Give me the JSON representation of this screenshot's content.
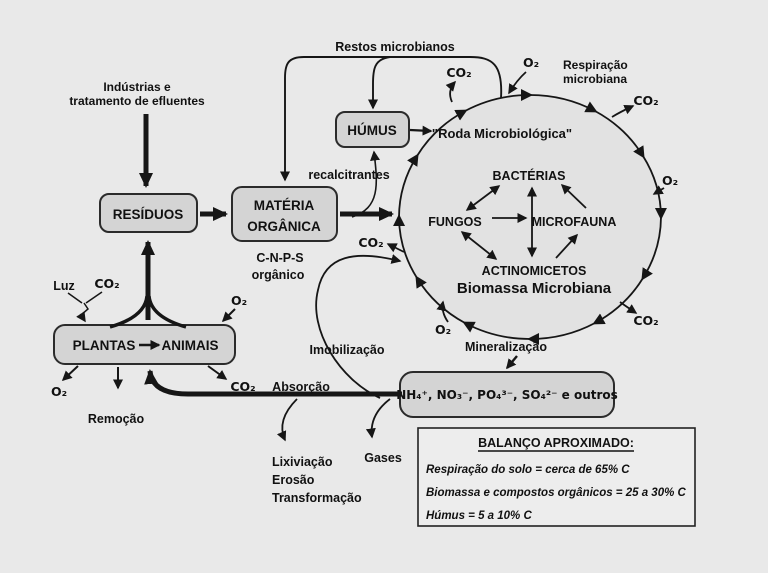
{
  "colors": {
    "background": "#e9e9e9",
    "box_fill": "#d4d4d4",
    "box_stroke": "#2b2b2b",
    "wheel_fill": "#e2e2e2",
    "ink": "#111111"
  },
  "top": {
    "industrias_line1": "Indústrias e",
    "industrias_line2": "tratamento de efluentes",
    "restos_microbianos": "Restos microbianos",
    "respiracao_line1": "Respiração",
    "respiracao_line2": "microbiana"
  },
  "boxes": {
    "residuos": "RESÍDUOS",
    "materia_line1": "MATÉRIA",
    "materia_line2": "ORGÂNICA",
    "humus": "HÚMUS",
    "plantas": "PLANTAS",
    "animais": "ANIMAIS",
    "nutrientes": "NH₄⁺, NO₃⁻, PO₄³⁻, SO₄²⁻ e outros"
  },
  "wheel": {
    "title": "\"Roda Microbiológica\"",
    "bacterias": "BACTÉRIAS",
    "fungos": "FUNGOS",
    "microfauna": "MICROFAUNA",
    "actinomicetos": "ACTINOMICETOS",
    "biomassa": "Biomassa Microbiana"
  },
  "gases": {
    "co2": "CO₂",
    "o2": "O₂",
    "luz": "Luz"
  },
  "labels": {
    "cnps_line1": "C-N-P-S",
    "cnps_line2": "orgânico",
    "recalcitrantes": "recalcitrantes",
    "imobilizacao": "Imobilização",
    "mineralizacao": "Mineralização",
    "absorcao": "Absorção",
    "remocao": "Remoção",
    "lixiviacao": "Lixiviação",
    "erosao": "Erosão",
    "transformacao": "Transformação",
    "gases": "Gases"
  },
  "balanco": {
    "titulo": "BALANÇO APROXIMADO:",
    "linha1": "Respiração do solo = cerca de 65% C",
    "linha2": "Biomassa e compostos orgânicos = 25 a 30% C",
    "linha3": "Húmus = 5 a 10% C"
  }
}
